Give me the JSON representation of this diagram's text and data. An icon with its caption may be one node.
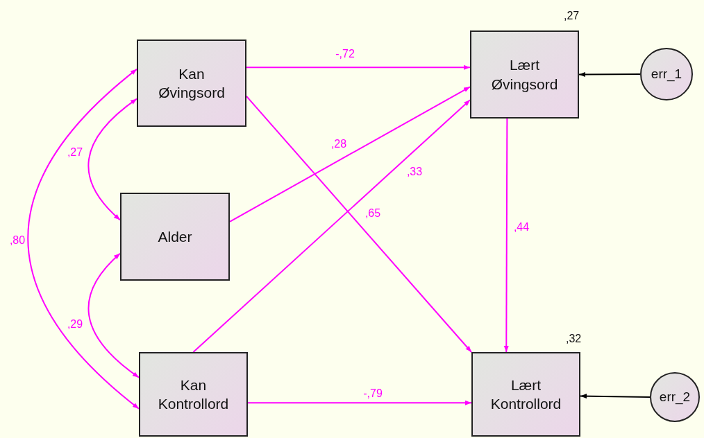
{
  "diagram": {
    "nodes": [
      {
        "text": [
          "Kan Øvingsord"
        ]
      },
      {
        "text": [
          "Alder"
        ]
      },
      {
        "text": [
          "Kan Kontrollord"
        ]
      },
      {
        "text": [
          "Lært Øvingsord"
        ],
        "beside": [
          ",27"
        ]
      },
      {
        "text": [
          "Lært Kontrollord"
        ],
        "beside": [
          ",32"
        ]
      },
      {
        "text": [
          "err_1"
        ]
      },
      {
        "text": [
          "err_2"
        ]
      }
    ],
    "edges": [
      {
        "from": 0,
        "to": 3,
        "arrow": "to",
        "label": "-,72"
      },
      {
        "from": 1,
        "to": 3,
        "arrow": "to",
        "label": ",28"
      },
      {
        "from": 2,
        "to": 3,
        "arrow": "to",
        "label": ",33"
      },
      {
        "from": 0,
        "to": 4,
        "arrow": "to",
        "label": ",65"
      },
      {
        "from": 2,
        "to": 4,
        "arrow": "to",
        "label": "-,79"
      },
      {
        "from": 3,
        "to": 4,
        "arrow": "to",
        "label": ",44"
      },
      {
        "from": 5,
        "to": 3,
        "arrow": "to",
        "color": "#000000"
      },
      {
        "from": 6,
        "to": 4,
        "arrow": "to",
        "color": "#000000"
      },
      {
        "from": 0,
        "to": 1,
        "arrow": "both",
        "label": ",27"
      },
      {
        "from": 1,
        "to": 2,
        "arrow": "both",
        "label": ",29"
      },
      {
        "from": 0,
        "to": 2,
        "arrow": "both",
        "label": ",80"
      }
    ]
  }
}
